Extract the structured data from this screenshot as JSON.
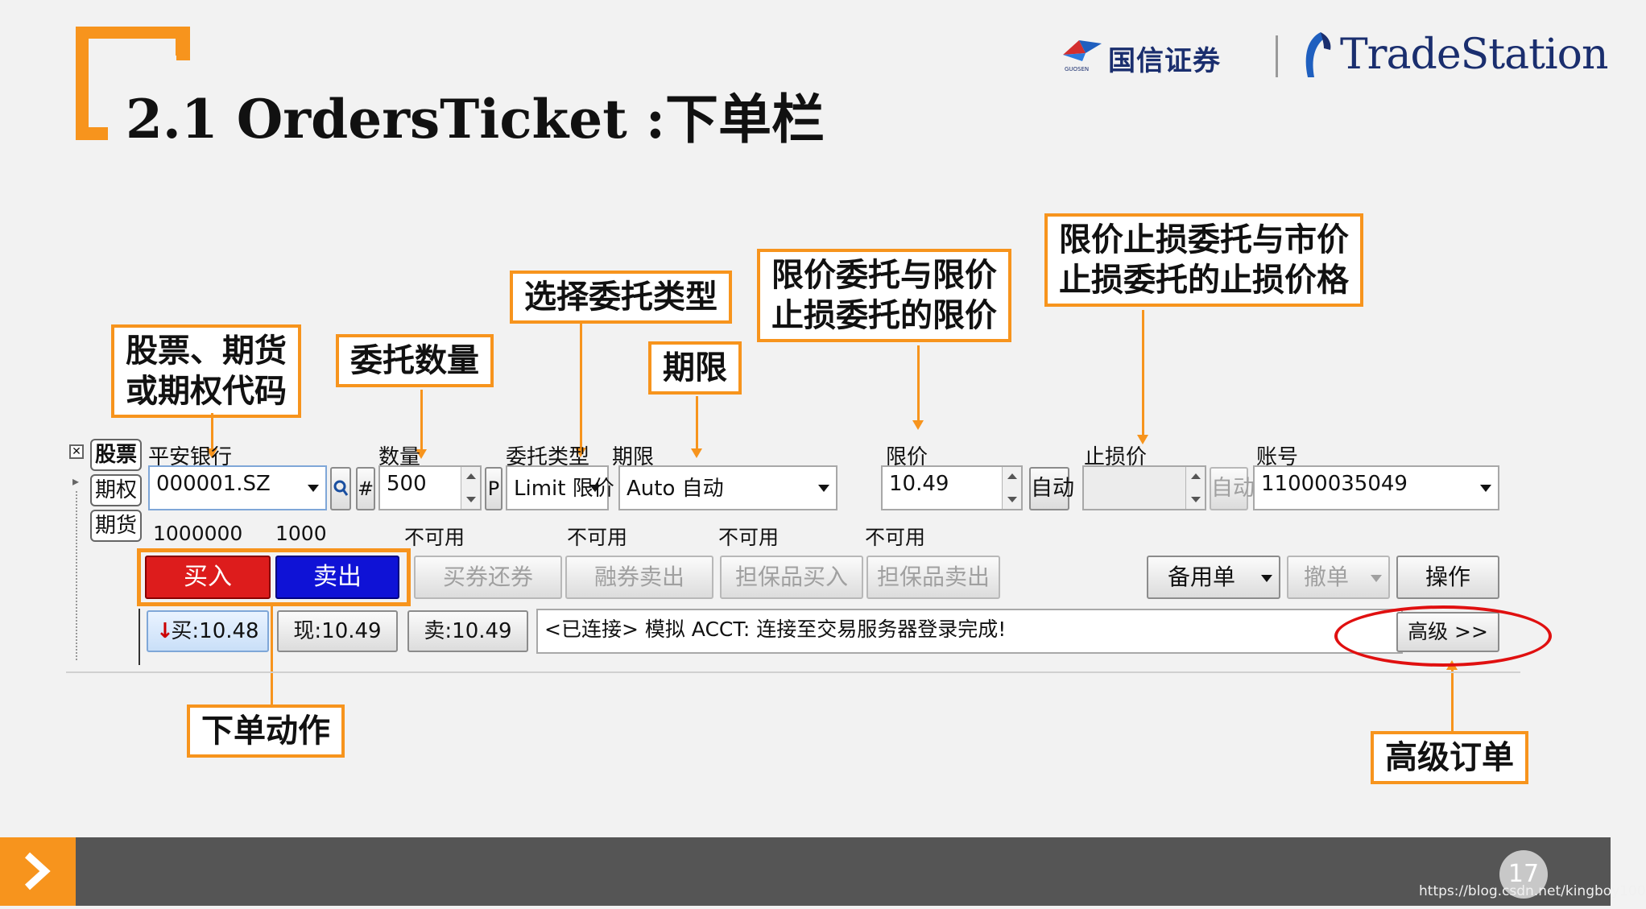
{
  "slide": {
    "title": "2.1 OrdersTicket :下单栏",
    "page_number": "17",
    "watermark": "https://blog.csdn.net/kingboy100"
  },
  "logos": {
    "guosen": "国信证券",
    "guosen_small": "GUOSEN",
    "tradestation": "TradeStation"
  },
  "callouts": {
    "symbol": "股票、期货\n或期权代码",
    "quantity": "委托数量",
    "order_type": "选择委托类型",
    "duration": "期限",
    "limit_price": "限价委托与限价\n止损委托的限价",
    "stop_price": "限价止损委托与市价\n止损委托的止损价格",
    "action": "下单动作",
    "advanced": "高级订单"
  },
  "ticket": {
    "side_tabs": [
      "股票",
      "期权",
      "期货"
    ],
    "symbol": {
      "label": "平安银行",
      "value": "000001.SZ"
    },
    "quantity": {
      "label": "数量",
      "value": "500"
    },
    "order_type": {
      "label": "委托类型",
      "value": "Limit 限价"
    },
    "duration": {
      "label": "期限",
      "value": "Auto 自动"
    },
    "limit": {
      "label": "限价",
      "value": "10.49",
      "auto": "自动"
    },
    "stop": {
      "label": "止损价",
      "value": "",
      "auto": "自动"
    },
    "account": {
      "label": "账号",
      "value": "11000035049"
    },
    "p_button": "P",
    "hash_button": "#",
    "info_left": "1000000",
    "info_right": "1000",
    "unavailable": [
      "不可用",
      "不可用",
      "不可用",
      "不可用"
    ],
    "buy": "买入",
    "sell": "卖出",
    "margin_buttons": [
      "买券还券",
      "融券卖出",
      "担保品买入",
      "担保品卖出"
    ],
    "backup": "备用单",
    "cancel": "撤单",
    "operate": "操作",
    "bid": "买:10.48",
    "last": "现:10.49",
    "ask": "卖:10.49",
    "status": "<已连接> 模拟 ACCT: 连接至交易服务器登录完成!",
    "advanced": "高级 >>"
  },
  "colors": {
    "accent": "#f7941d",
    "buy": "#dd1c1c",
    "sell": "#0f12d6",
    "highlight_ring": "#e01010"
  }
}
